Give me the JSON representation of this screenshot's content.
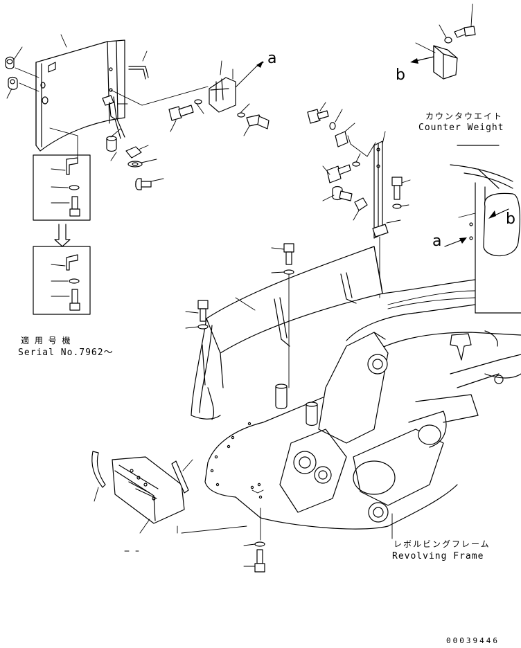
{
  "labels": {
    "counterweight_ja": "カウンタウエイト",
    "counterweight_en": "Counter Weight",
    "frame_ja": "レボルビングフレーム",
    "frame_en": "Revolving Frame",
    "applicable_ja": "適 用 号 機",
    "serial": "Serial No.7962～",
    "ref_a": "a",
    "ref_b": "b",
    "ref_a2": "a",
    "ref_b2": "b",
    "drawing_code": "00039446"
  }
}
